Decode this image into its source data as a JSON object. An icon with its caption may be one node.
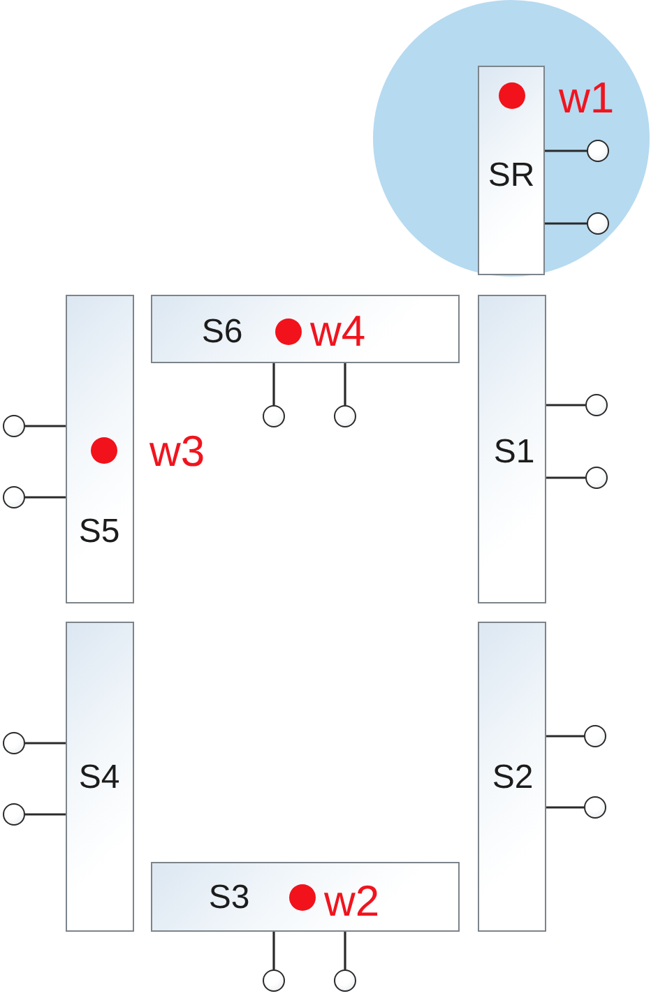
{
  "diagram": {
    "nodes": [
      {
        "text": [],
        "shape": "circle"
      },
      {
        "text": [
          "SR"
        ],
        "in": 0
      },
      {
        "text": [],
        "shape": "circle",
        "in": 0
      },
      {
        "text": [],
        "shape": "circle",
        "in": 0
      },
      {
        "text": [
          "S5"
        ]
      },
      {
        "text": [],
        "shape": "circle"
      },
      {
        "text": [],
        "shape": "circle"
      },
      {
        "text": [
          "S6"
        ]
      },
      {
        "text": [],
        "shape": "circle"
      },
      {
        "text": [],
        "shape": "circle"
      },
      {
        "text": [
          "S1"
        ]
      },
      {
        "text": [],
        "shape": "circle"
      },
      {
        "text": [],
        "shape": "circle"
      },
      {
        "text": [
          "S4"
        ]
      },
      {
        "text": [],
        "shape": "circle"
      },
      {
        "text": [],
        "shape": "circle"
      },
      {
        "text": [
          "S2"
        ]
      },
      {
        "text": [],
        "shape": "circle"
      },
      {
        "text": [],
        "shape": "circle"
      },
      {
        "text": [
          "S3"
        ]
      },
      {
        "text": [],
        "shape": "circle"
      },
      {
        "text": [],
        "shape": "circle"
      }
    ],
    "edges": [
      {
        "from": 1,
        "to": 2,
        "arrow": "none"
      },
      {
        "from": 1,
        "to": 3,
        "arrow": "none"
      },
      {
        "from": 4,
        "to": 5,
        "arrow": "none"
      },
      {
        "from": 4,
        "to": 6,
        "arrow": "none"
      },
      {
        "from": 7,
        "to": 8,
        "arrow": "none"
      },
      {
        "from": 7,
        "to": 9,
        "arrow": "none"
      },
      {
        "from": 10,
        "to": 11,
        "arrow": "none"
      },
      {
        "from": 10,
        "to": 12,
        "arrow": "none"
      },
      {
        "from": 13,
        "to": 14,
        "arrow": "none"
      },
      {
        "from": 13,
        "to": 15,
        "arrow": "none"
      },
      {
        "from": 16,
        "to": 17,
        "arrow": "none"
      },
      {
        "from": 16,
        "to": 18,
        "arrow": "none"
      },
      {
        "from": 19,
        "to": 20,
        "arrow": "none"
      },
      {
        "from": 19,
        "to": 21,
        "arrow": "none"
      }
    ],
    "labels": [
      "w1",
      "w4",
      "w3",
      "w2"
    ]
  }
}
